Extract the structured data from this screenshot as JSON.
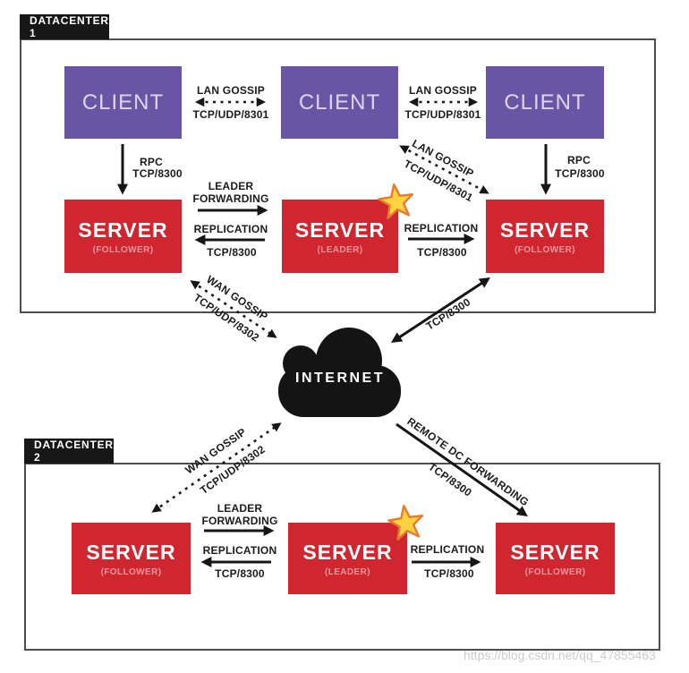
{
  "colors": {
    "client_purple": "#6a55a4",
    "server_red": "#d02630",
    "ink_black": "#171717",
    "border_gray": "#4e4e4e",
    "star_fill": "#ffd23f",
    "star_stroke": "#e87a2e",
    "client_text": "#ddd3f4",
    "server_subtext": "#ef949c",
    "watermark_gray": "#c8c8c8"
  },
  "datacenter1": {
    "tab": "DATACENTER 1",
    "clients": [
      {
        "label": "CLIENT"
      },
      {
        "label": "CLIENT"
      },
      {
        "label": "CLIENT"
      }
    ],
    "servers": [
      {
        "label": "SERVER",
        "role": "(FOLLOWER)"
      },
      {
        "label": "SERVER",
        "role": "(LEADER)",
        "starred": true
      },
      {
        "label": "SERVER",
        "role": "(FOLLOWER)"
      }
    ]
  },
  "datacenter2": {
    "tab": "DATACENTER 2",
    "servers": [
      {
        "label": "SERVER",
        "role": "(FOLLOWER)"
      },
      {
        "label": "SERVER",
        "role": "(LEADER)",
        "starred": true
      },
      {
        "label": "SERVER",
        "role": "(FOLLOWER)"
      }
    ]
  },
  "internet": {
    "label": "INTERNET"
  },
  "edges": {
    "lan_gossip_top_left": {
      "title": "LAN GOSSIP",
      "port": "TCP/UDP/8301"
    },
    "lan_gossip_top_right": {
      "title": "LAN GOSSIP",
      "port": "TCP/UDP/8301"
    },
    "lan_gossip_diagonal": {
      "title": "LAN GOSSIP",
      "port": "TCP/UDP/8301"
    },
    "rpc_left": {
      "title": "RPC",
      "port": "TCP/8300"
    },
    "rpc_right": {
      "title": "RPC",
      "port": "TCP/8300"
    },
    "leader_forwarding_dc1": {
      "title_line1": "LEADER",
      "title_line2": "FORWARDING"
    },
    "replication_left_dc1": {
      "title": "REPLICATION",
      "port": "TCP/8300"
    },
    "replication_right_dc1": {
      "title": "REPLICATION",
      "port": "TCP/8300"
    },
    "wan_gossip_upper": {
      "title": "WAN GOSSIP",
      "port": "TCP/UDP/8302"
    },
    "internet_to_server_dc1": {
      "port": "TCP/8300"
    },
    "wan_gossip_lower": {
      "title": "WAN GOSSIP",
      "port": "TCP/UDP/8302"
    },
    "remote_dc_forwarding": {
      "title": "REMOTE DC FORWARDING",
      "port": "TCP/8300"
    },
    "leader_forwarding_dc2": {
      "title_line1": "LEADER",
      "title_line2": "FORWARDING"
    },
    "replication_left_dc2": {
      "title": "REPLICATION",
      "port": "TCP/8300"
    },
    "replication_right_dc2": {
      "title": "REPLICATION",
      "port": "TCP/8300"
    }
  },
  "watermark": {
    "text": "https://blog.csdn.net/qq_47855463"
  }
}
